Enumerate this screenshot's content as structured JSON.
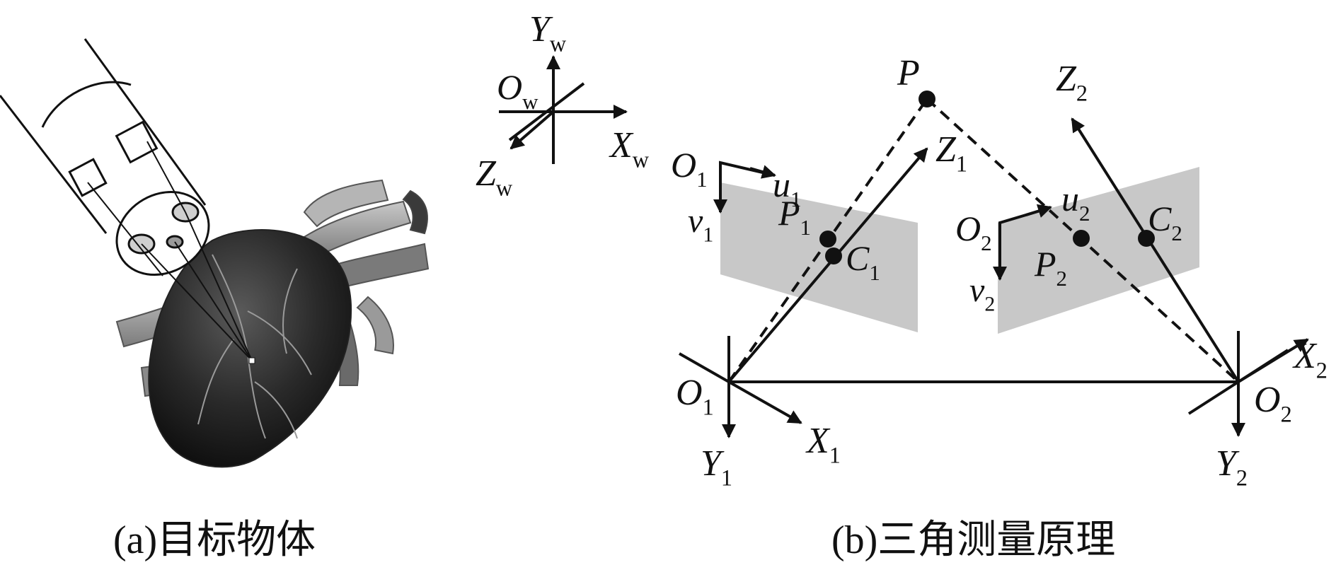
{
  "captions": {
    "a": "(a)目标物体",
    "b": "(b)三角测量原理"
  },
  "labels": {
    "Yw": {
      "main": "Y",
      "sub": "w"
    },
    "Ow": {
      "main": "O",
      "sub": "w"
    },
    "Xw": {
      "main": "X",
      "sub": "w"
    },
    "Zw": {
      "main": "Z",
      "sub": "w"
    },
    "P": {
      "main": "P",
      "sub": ""
    },
    "Z2": {
      "main": "Z",
      "sub": "2"
    },
    "Z1": {
      "main": "Z",
      "sub": "1"
    },
    "O1img": {
      "main": "O",
      "sub": "1"
    },
    "u1": {
      "main": "u",
      "sub": "1"
    },
    "v1": {
      "main": "v",
      "sub": "1"
    },
    "P1": {
      "main": "P",
      "sub": "1"
    },
    "C1": {
      "main": "C",
      "sub": "1"
    },
    "O2img": {
      "main": "O",
      "sub": "2"
    },
    "u2": {
      "main": "u",
      "sub": "2"
    },
    "v2": {
      "main": "v",
      "sub": "2"
    },
    "P2": {
      "main": "P",
      "sub": "2"
    },
    "C2": {
      "main": "C",
      "sub": "2"
    },
    "O1": {
      "main": "O",
      "sub": "1"
    },
    "X1": {
      "main": "X",
      "sub": "1"
    },
    "Y1": {
      "main": "Y",
      "sub": "1"
    },
    "X2": {
      "main": "X",
      "sub": "2"
    },
    "O2": {
      "main": "O",
      "sub": "2"
    },
    "Y2": {
      "main": "Y",
      "sub": "2"
    }
  }
}
